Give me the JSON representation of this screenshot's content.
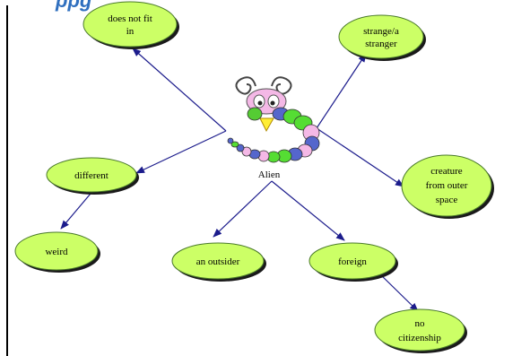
{
  "page_title_partial": "ppg  ",
  "center": {
    "label": "Alien",
    "icon": "alien-caterpillar-icon"
  },
  "nodes": {
    "does_not_fit_in": {
      "line1": "does not fit",
      "line2": "in"
    },
    "strange": {
      "line1": "strange/a",
      "line2": "stranger"
    },
    "creature": {
      "line1": "creature",
      "line2": "from outer",
      "line3": "space"
    },
    "different": {
      "line1": "different"
    },
    "weird": {
      "line1": "weird"
    },
    "outsider": {
      "line1": "an outsider"
    },
    "foreign": {
      "line1": "foreign"
    },
    "no_citizenship": {
      "line1": "no",
      "line2": "citizenship"
    }
  },
  "colors": {
    "node_fill": "#ccff66",
    "node_stroke": "#4a7a2a",
    "shadow": "#1a1a1a",
    "arrow": "#1c1c8c",
    "title": "#2f6fbf"
  }
}
